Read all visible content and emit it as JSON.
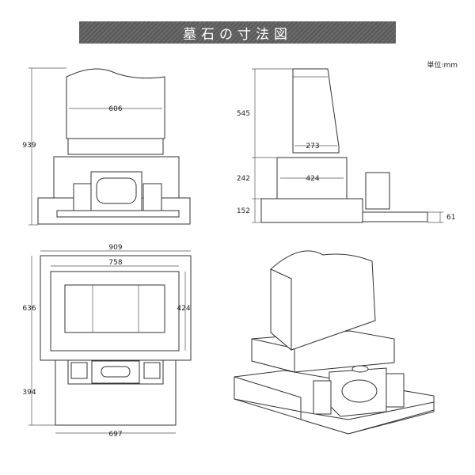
{
  "title": "墓石の寸法図",
  "unit_label": "単位:mm",
  "front": {
    "width_dim": "606",
    "height_dim": "939"
  },
  "side": {
    "top_dim": "545",
    "top_width": "273",
    "mid_dim": "242",
    "mid_width": "424",
    "base_dim": "152",
    "step_dim": "61"
  },
  "plan": {
    "outer_width": "909",
    "inner_width": "758",
    "depth": "636",
    "inner_depth": "424",
    "front_depth": "394",
    "front_width": "697"
  }
}
